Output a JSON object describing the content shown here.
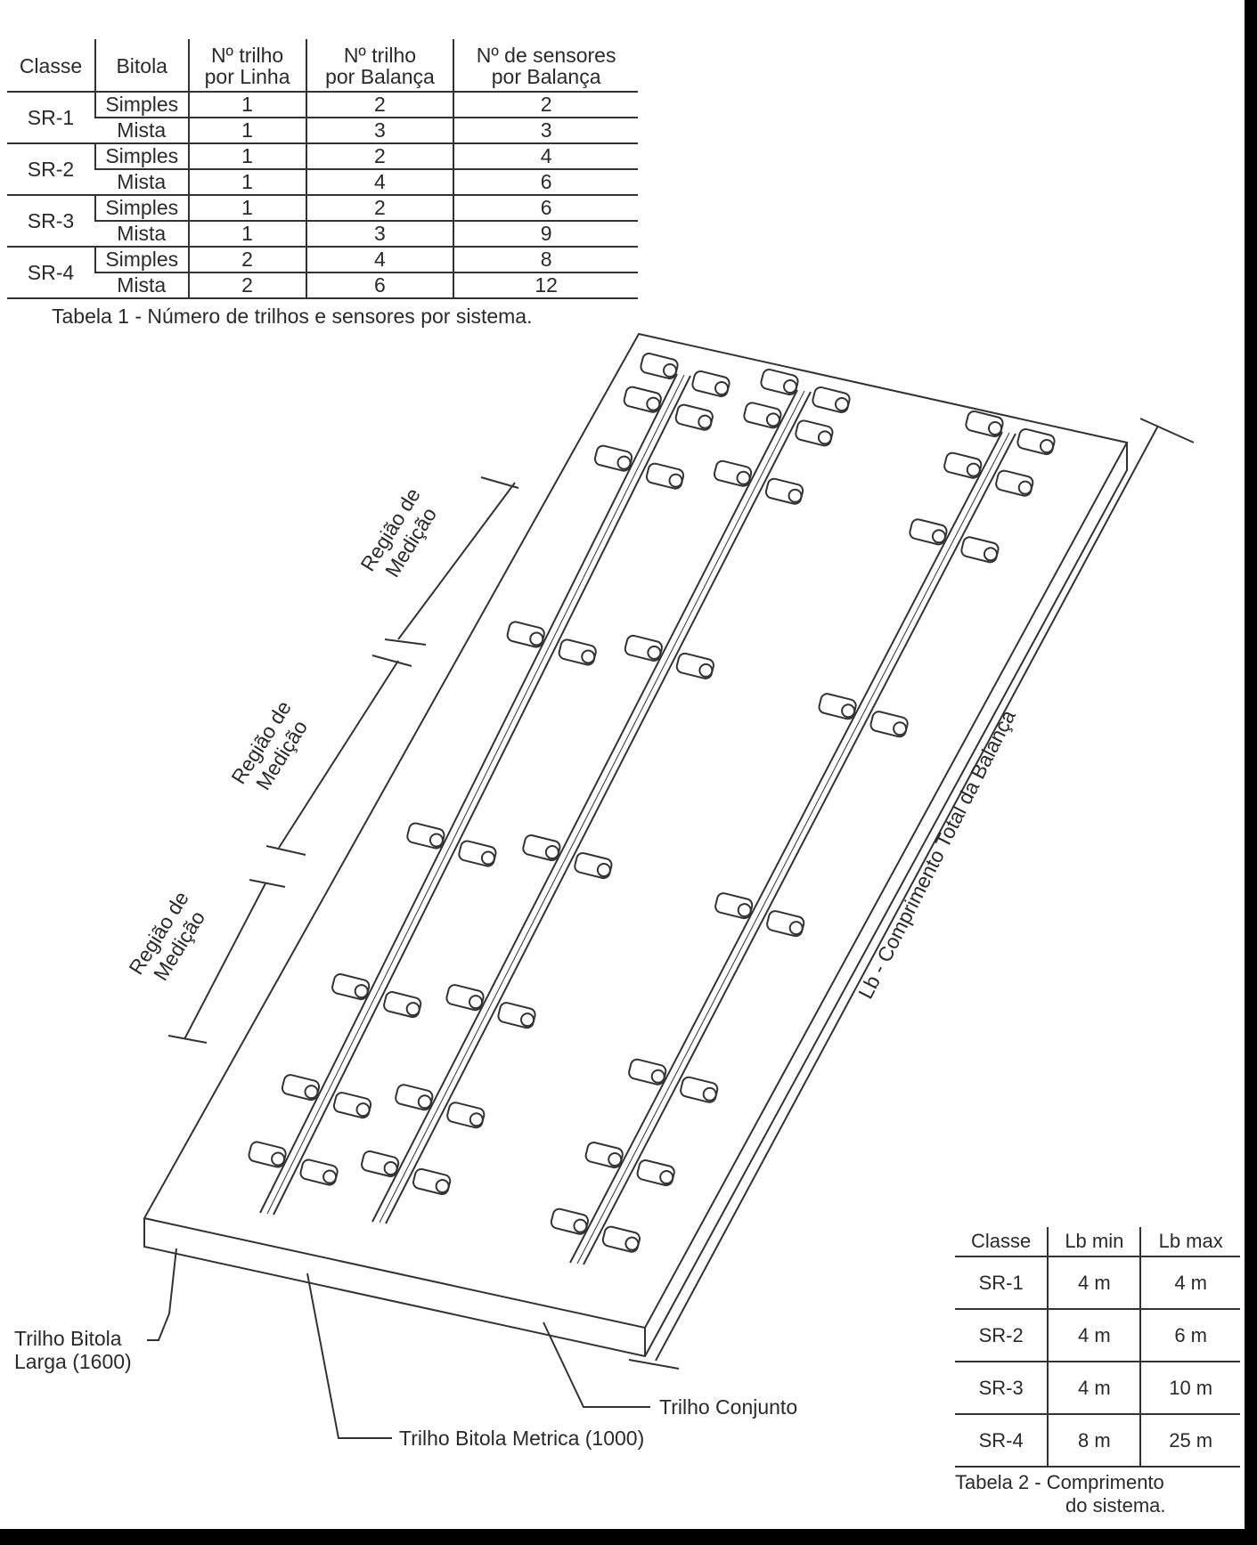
{
  "table1": {
    "headers": [
      {
        "l1": "Classe",
        "l2": ""
      },
      {
        "l1": "Bitola",
        "l2": ""
      },
      {
        "l1": "Nº trilho",
        "l2": "por Linha"
      },
      {
        "l1": "Nº trilho",
        "l2": "por Balança"
      },
      {
        "l1": "Nº de sensores",
        "l2": "por Balança"
      }
    ],
    "groups": [
      {
        "classe": "SR-1",
        "rows": [
          {
            "bitola": "Simples",
            "linha": "1",
            "balanca": "2",
            "sensores": "2"
          },
          {
            "bitola": "Mista",
            "linha": "1",
            "balanca": "3",
            "sensores": "3"
          }
        ]
      },
      {
        "classe": "SR-2",
        "rows": [
          {
            "bitola": "Simples",
            "linha": "1",
            "balanca": "2",
            "sensores": "4"
          },
          {
            "bitola": "Mista",
            "linha": "1",
            "balanca": "4",
            "sensores": "6"
          }
        ]
      },
      {
        "classe": "SR-3",
        "rows": [
          {
            "bitola": "Simples",
            "linha": "1",
            "balanca": "2",
            "sensores": "6"
          },
          {
            "bitola": "Mista",
            "linha": "1",
            "balanca": "3",
            "sensores": "9"
          }
        ]
      },
      {
        "classe": "SR-4",
        "rows": [
          {
            "bitola": "Simples",
            "linha": "2",
            "balanca": "4",
            "sensores": "8"
          },
          {
            "bitola": "Mista",
            "linha": "2",
            "balanca": "6",
            "sensores": "12"
          }
        ]
      }
    ],
    "caption": "Tabela 1 - Número de trilhos e sensores por sistema."
  },
  "table2": {
    "headers": [
      "Classe",
      "Lb min",
      "Lb max"
    ],
    "rows": [
      [
        "SR-1",
        "4 m",
        "4 m"
      ],
      [
        "SR-2",
        "4 m",
        "6 m"
      ],
      [
        "SR-3",
        "4 m",
        "10 m"
      ],
      [
        "SR-4",
        "8 m",
        "25 m"
      ]
    ],
    "caption_line1": "Tabela 2 - Comprimento",
    "caption_line2": "do sistema."
  },
  "labels": {
    "regiao_l1": "Região de",
    "regiao_l2": "Medição",
    "lb": "Lb - Comprimento Total da Balança",
    "trilho_larga_l1": "Trilho Bitola",
    "trilho_larga_l2": "Larga (1600)",
    "trilho_metrica": "Trilho Bitola Metrica (1000)",
    "trilho_conjunto": "Trilho Conjunto"
  }
}
